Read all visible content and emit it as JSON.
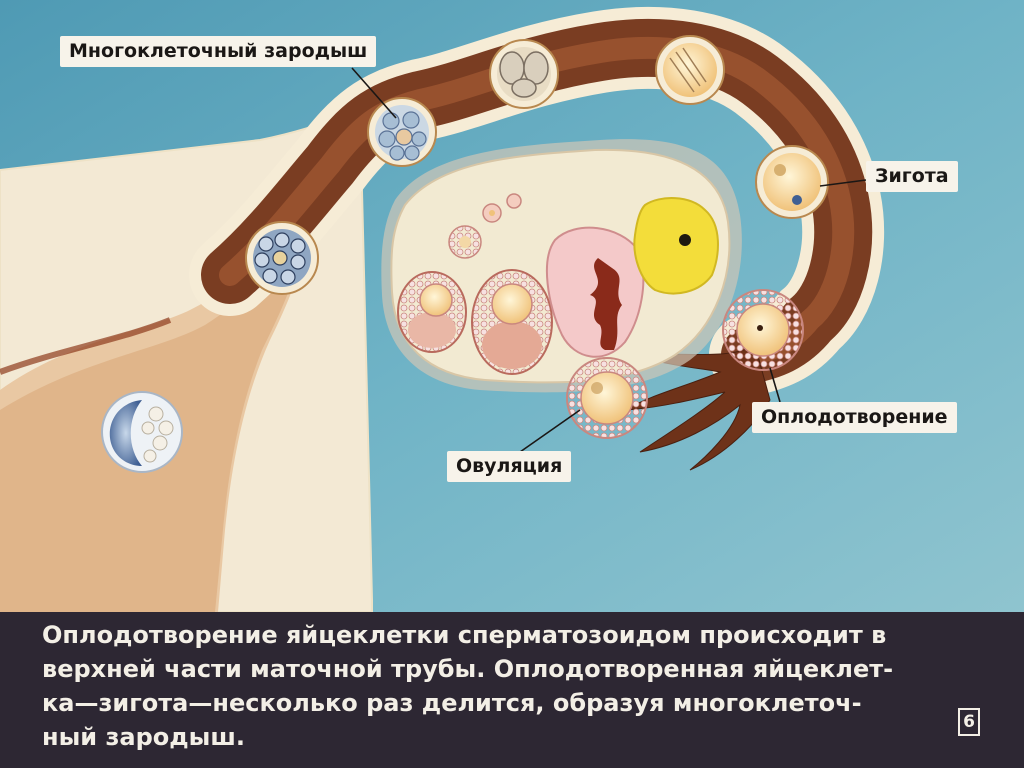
{
  "labels": {
    "embryo": "Многоклеточный зародыш",
    "zygote": "Зигота",
    "fertilization": "Оплодотворение",
    "ovulation": "Овуляция"
  },
  "caption": {
    "lines": [
      "Оплодотворение яйцеклетки сперматозоидом происходит в",
      "верхней части маточной трубы. Оплодотворенная яйцеклет-",
      "ка—зигота—несколько раз делится, образуя многоклеточ-",
      "ный зародыш."
    ]
  },
  "frame_number": "6",
  "colors": {
    "background": "#5fa5bd",
    "uterus": "#f3e9d4",
    "tube_wall": "#7a3d22",
    "ovary": "#f2ead2",
    "corpus_luteum": "#f3dd3a",
    "caption_band": "#2d2733"
  }
}
